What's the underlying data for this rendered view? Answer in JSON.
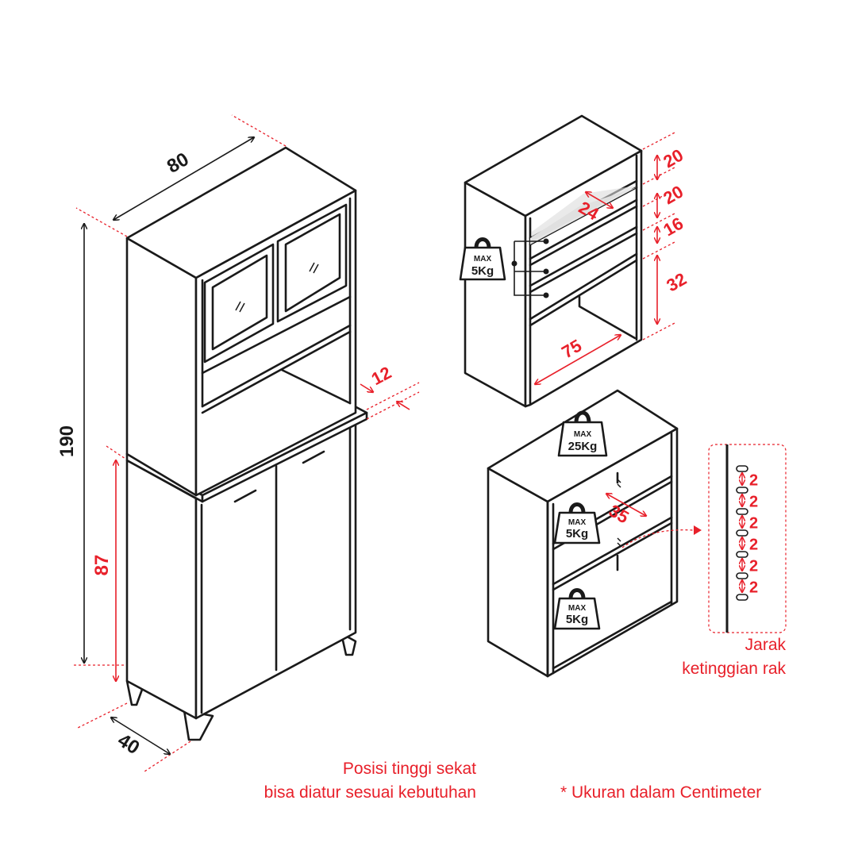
{
  "dimensions": {
    "width": "80",
    "height": "190",
    "depth": "40",
    "lower_height": "87",
    "top_thickness": "12",
    "upper_shelf_depth": "24",
    "upper_width": "75",
    "shelf_gap_1": "20",
    "shelf_gap_2": "20",
    "shelf_gap_3": "16",
    "shelf_gap_4": "32",
    "lower_shelf_depth": "35"
  },
  "weights": {
    "upper_label_top": "MAX",
    "upper_label_bottom": "5Kg",
    "top_label_top": "MAX",
    "top_label_bottom": "25Kg",
    "shelf1_label_top": "MAX",
    "shelf1_label_bottom": "5Kg",
    "shelf2_label_top": "MAX",
    "shelf2_label_bottom": "5Kg"
  },
  "hole_spacing": [
    "2",
    "2",
    "2",
    "2",
    "2",
    "2"
  ],
  "notes": {
    "shelf_height_line1": "Jarak",
    "shelf_height_line2": "ketinggian rak",
    "partition_line1": "Posisi tinggi sekat",
    "partition_line2": "bisa diatur sesuai kebutuhan",
    "units": "* Ukuran dalam Centimeter"
  },
  "colors": {
    "accent": "#e8202a",
    "line": "#1a1a1a"
  }
}
